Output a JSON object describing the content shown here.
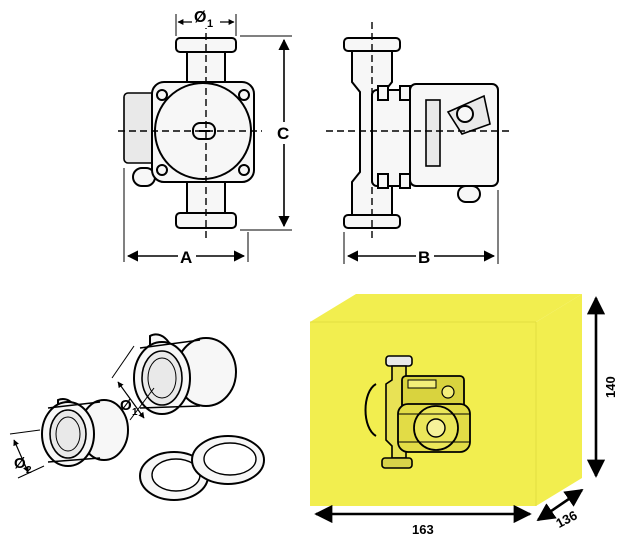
{
  "front_view": {
    "diameter_label": "Ø",
    "diameter_sub": "1",
    "width_label": "A",
    "height_label": "C"
  },
  "side_view": {
    "depth_label": "B"
  },
  "fittings": {
    "large_label": "Ø",
    "large_sub": "1",
    "small_label": "Ø",
    "small_sub": "2"
  },
  "box": {
    "color": "#f2ee4f",
    "width_value": "163",
    "depth_value": "136",
    "height_value": "140"
  }
}
